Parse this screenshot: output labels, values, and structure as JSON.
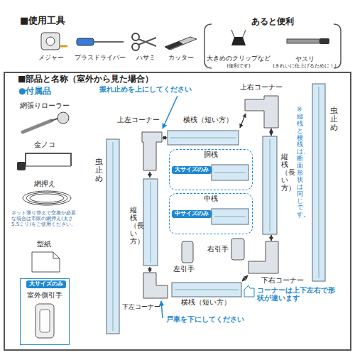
{
  "diagram": {
    "nodes": [
      {
        "text": [
          "あると便利",
          "大きめのクリップなど",
          "(便利です)",
          "ヤスリ",
          "(きれいに仕上げるために！)"
        ]
      },
      {
        "text": [
          "■部品と名称（室外から見た場合）"
        ]
      },
      {
        "text": [
          "胴桟"
        ],
        "in": 1
      },
      {
        "text": [
          "大サイズのみ"
        ],
        "in": 2
      },
      {
        "text": [
          "中桟"
        ],
        "in": 1
      },
      {
        "text": [
          "中サイズのみ"
        ],
        "in": 4
      },
      {
        "text": [
          "室外側引手"
        ],
        "in": 1
      },
      {
        "text": [
          "大サイズのみ"
        ],
        "in": 6
      }
    ],
    "labels": [
      "■使用工具",
      "メジャー",
      "プラスドライバー",
      "ハサミ",
      "カッター",
      "●付属品",
      "網張りローラー",
      "金ノコ",
      "網押え",
      "ネット張り替えで交換が必要な場合は市販の網押え(太さ5.5ミリ)をご使用ください。",
      "型紙",
      "振れ止めを上にしてください",
      "上左コーナー",
      "横桟（短い方）",
      "上右コーナー",
      "虫止め",
      "縦桟（長い方）",
      "縦桟（長い方）",
      "※縦桟と横桟は、断面形状は同じです。",
      "虫止め",
      "右引手",
      "左引手",
      "下左コーナー",
      "横桟（短い方）",
      "下右コーナー",
      "コーナーは上下左右で形状が違います",
      "戸車を下にしてください"
    ]
  }
}
